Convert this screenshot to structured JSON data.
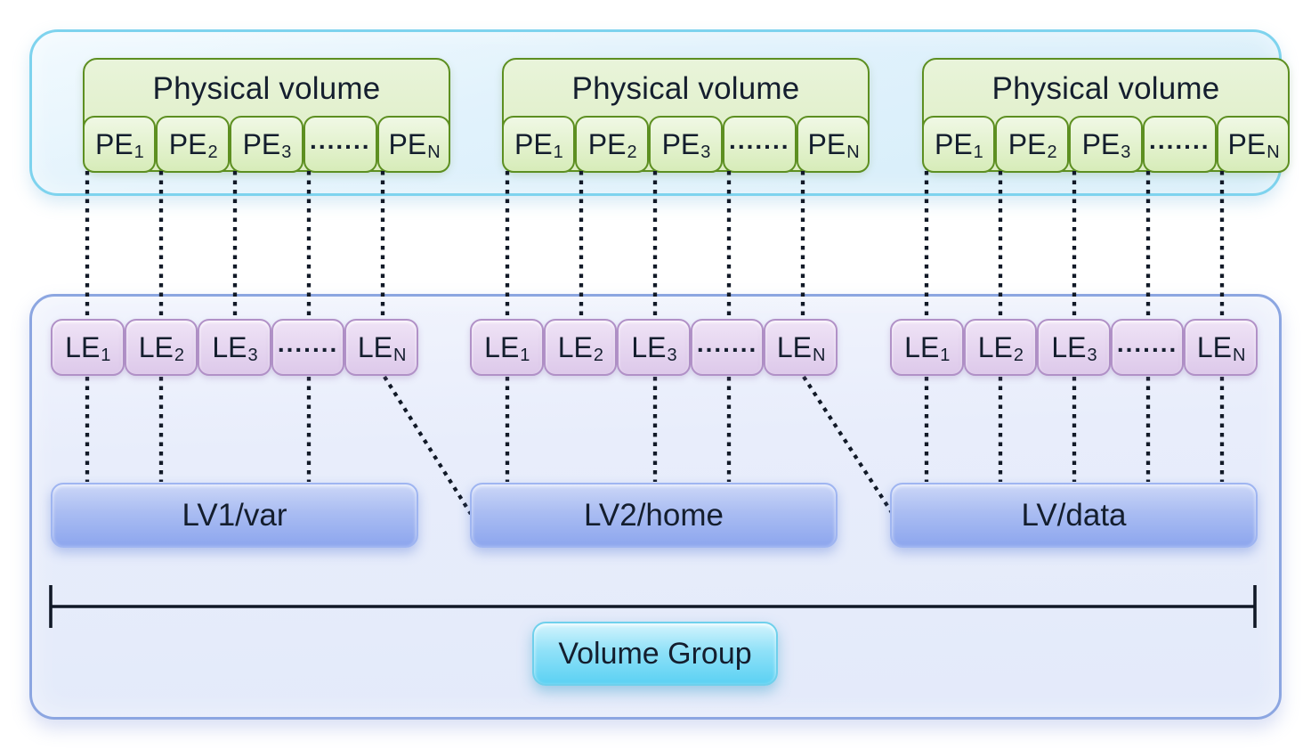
{
  "colors": {
    "text": "#141e2e",
    "green_border": "#5d8f21",
    "green_fill": "#dcedc2",
    "purple_border": "#b191c7",
    "le_fill": "#ddc9ea",
    "lv_fill": "#8da6ee",
    "vg_fill": "#5bd1f3",
    "top_panel_border": "#7ed3ee",
    "bottom_panel_border": "#8ca6e1",
    "connector": "#111927"
  },
  "physical_volumes": [
    {
      "title": "Physical volume",
      "extents": [
        {
          "base": "PE",
          "sub": "1"
        },
        {
          "base": "PE",
          "sub": "2"
        },
        {
          "base": "PE",
          "sub": "3"
        },
        {
          "base": ".......",
          "sub": ""
        },
        {
          "base": "PE",
          "sub": "N"
        }
      ]
    },
    {
      "title": "Physical volume",
      "extents": [
        {
          "base": "PE",
          "sub": "1"
        },
        {
          "base": "PE",
          "sub": "2"
        },
        {
          "base": "PE",
          "sub": "3"
        },
        {
          "base": ".......",
          "sub": ""
        },
        {
          "base": "PE",
          "sub": "N"
        }
      ]
    },
    {
      "title": "Physical volume",
      "extents": [
        {
          "base": "PE",
          "sub": "1"
        },
        {
          "base": "PE",
          "sub": "2"
        },
        {
          "base": "PE",
          "sub": "3"
        },
        {
          "base": ".......",
          "sub": ""
        },
        {
          "base": "PE",
          "sub": "N"
        }
      ]
    }
  ],
  "logical_extent_rows": [
    {
      "extents": [
        {
          "base": "LE",
          "sub": "1"
        },
        {
          "base": "LE",
          "sub": "2"
        },
        {
          "base": "LE",
          "sub": "3"
        },
        {
          "base": ".......",
          "sub": ""
        },
        {
          "base": "LE",
          "sub": "N"
        }
      ]
    },
    {
      "extents": [
        {
          "base": "LE",
          "sub": "1"
        },
        {
          "base": "LE",
          "sub": "2"
        },
        {
          "base": "LE",
          "sub": "3"
        },
        {
          "base": ".......",
          "sub": ""
        },
        {
          "base": "LE",
          "sub": "N"
        }
      ]
    },
    {
      "extents": [
        {
          "base": "LE",
          "sub": "1"
        },
        {
          "base": "LE",
          "sub": "2"
        },
        {
          "base": "LE",
          "sub": "3"
        },
        {
          "base": ".......",
          "sub": ""
        },
        {
          "base": "LE",
          "sub": "N"
        }
      ]
    }
  ],
  "logical_volumes": [
    {
      "label": "LV1/var"
    },
    {
      "label": "LV2/home"
    },
    {
      "label": "LV/data"
    }
  ],
  "volume_group": {
    "label": "Volume Group"
  }
}
